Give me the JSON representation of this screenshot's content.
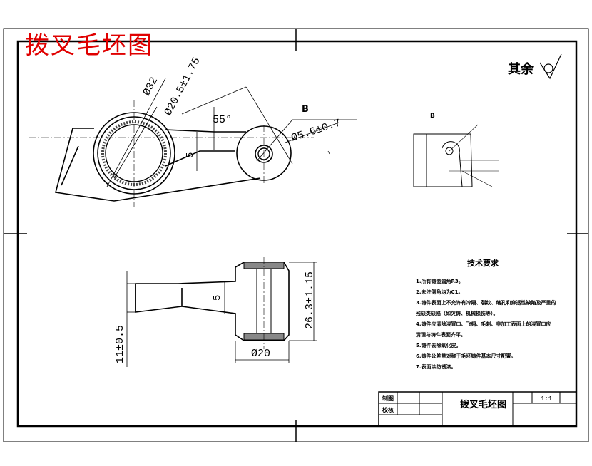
{
  "drawing": {
    "banner_title": "拨叉毛坯图",
    "surface_symbol_label": "其余",
    "section_label": "B",
    "detail_label": "B",
    "dimensions": {
      "outer_dia": "Ø32",
      "bore_dia": "Ø20.5±1.75",
      "angle": "55°",
      "small_hole": "Ø5.6±0.7",
      "rib_top": "5",
      "rib_front": "5",
      "left_height": "11±0.5",
      "boss_height": "26.3±1.15",
      "boss_dia": "Ø20"
    },
    "notes": {
      "heading": "技术要求",
      "items": [
        "1.所有铸造圆角R3。",
        "2.未注倒角均为C1。",
        "3.铸件表面上不允许有冷隔、裂纹、缩孔和穿透性缺陷及严重的",
        "残缺类缺陷（如欠铸、机械损伤等）。",
        "4.铸件应清除浇冒口、飞翅、毛刺、非加工表面上的浇冒口应",
        "清理与铸件表面齐平。",
        "5.铸件去除氧化皮。",
        "6.铸件公差带对称于毛坯铸件基本尺寸配置。",
        "7.表面涂防锈漆。"
      ]
    },
    "title_block": {
      "label_draw": "制图",
      "label_check": "校核",
      "name": "拨叉毛坯图",
      "scale": "1:1"
    }
  }
}
